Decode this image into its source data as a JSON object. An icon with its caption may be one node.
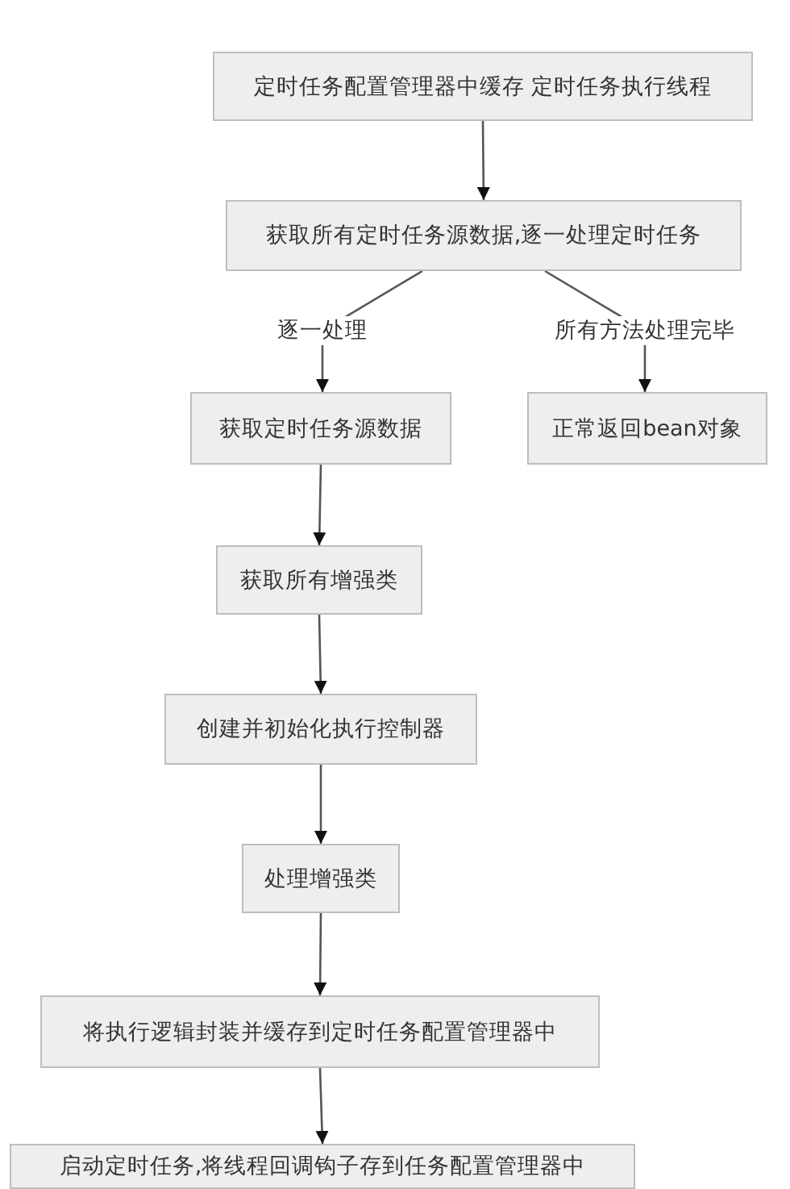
{
  "diagram": {
    "nodes": [
      {
        "text": [
          "定时任务配置管理器中缓存 定时任务执行线程"
        ]
      },
      {
        "text": [
          "获取所有定时任务源数据,逐一处理定时任务"
        ]
      },
      {
        "text": [
          "获取定时任务源数据"
        ]
      },
      {
        "text": [
          "正常返回bean对象"
        ]
      },
      {
        "text": [
          "获取所有增强类"
        ]
      },
      {
        "text": [
          "创建并初始化执行控制器"
        ]
      },
      {
        "text": [
          "处理增强类"
        ]
      },
      {
        "text": [
          "将执行逻辑封装并缓存到定时任务配置管理器中"
        ]
      },
      {
        "text": [
          "启动定时任务,将线程回调钩子存到任务配置管理器中"
        ]
      }
    ],
    "edges": [
      {
        "from": 0,
        "to": 1,
        "arrow": "to"
      },
      {
        "from": 1,
        "to": 2,
        "arrow": "to",
        "label": "逐一处理"
      },
      {
        "from": 1,
        "to": 3,
        "arrow": "to",
        "label": "所有方法处理完毕"
      },
      {
        "from": 2,
        "to": 4,
        "arrow": "to"
      },
      {
        "from": 4,
        "to": 5,
        "arrow": "to"
      },
      {
        "from": 5,
        "to": 6,
        "arrow": "to"
      },
      {
        "from": 6,
        "to": 7,
        "arrow": "to"
      },
      {
        "from": 7,
        "to": 8,
        "arrow": "to"
      }
    ]
  }
}
